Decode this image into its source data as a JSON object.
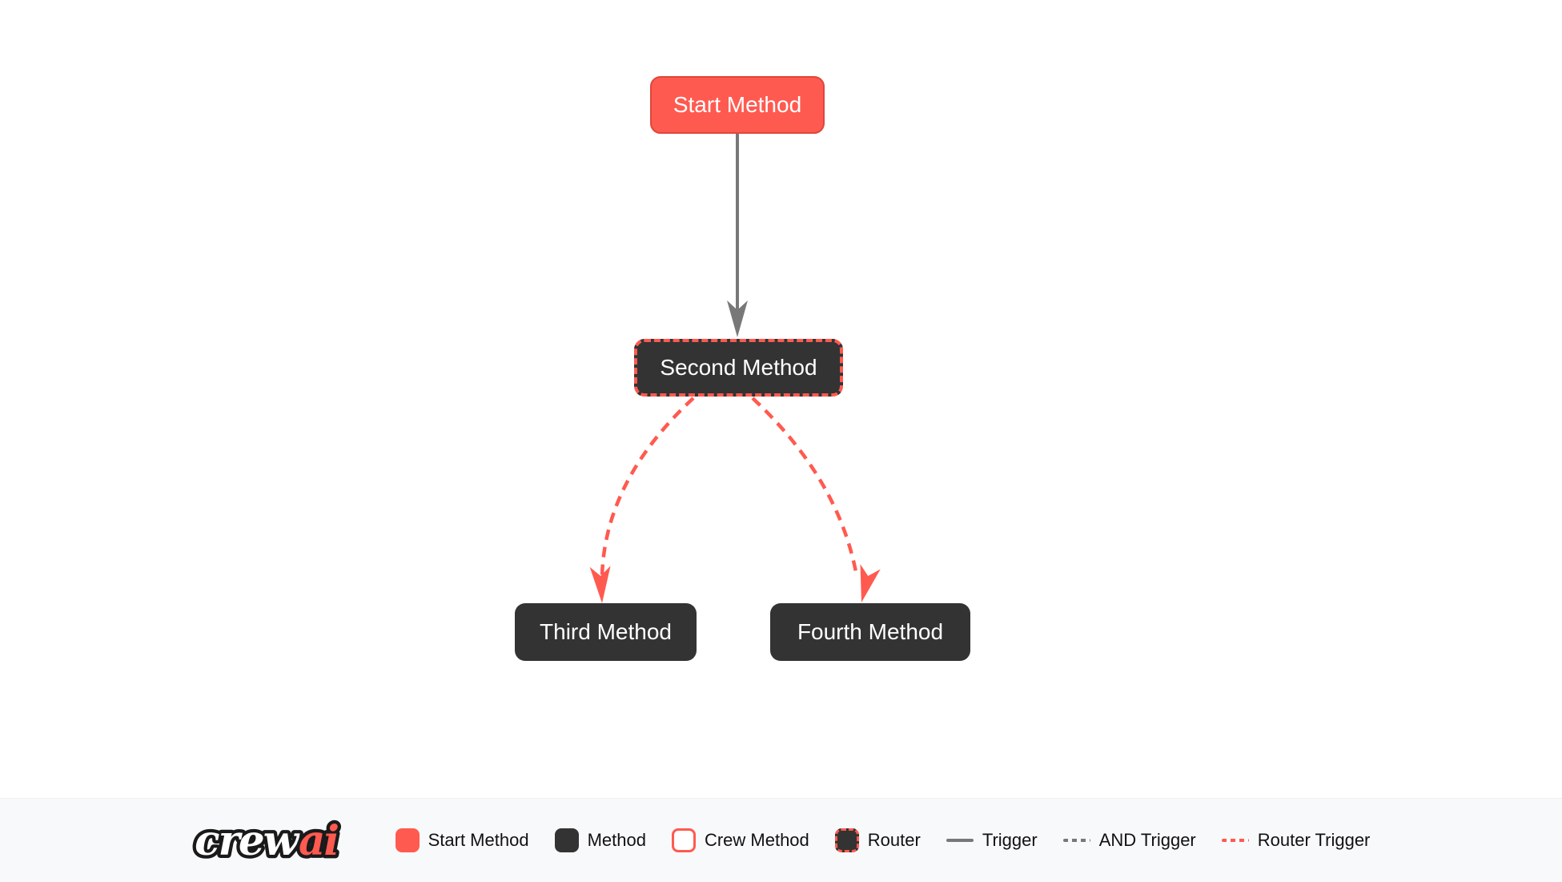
{
  "diagram": {
    "nodes": [
      {
        "id": "start",
        "label": "Start Method",
        "type": "start-method"
      },
      {
        "id": "second",
        "label": "Second Method",
        "type": "router"
      },
      {
        "id": "third",
        "label": "Third Method",
        "type": "method"
      },
      {
        "id": "fourth",
        "label": "Fourth Method",
        "type": "method"
      }
    ],
    "edges": [
      {
        "from": "start",
        "to": "second",
        "type": "trigger"
      },
      {
        "from": "second",
        "to": "third",
        "type": "router-trigger"
      },
      {
        "from": "second",
        "to": "fourth",
        "type": "router-trigger"
      }
    ]
  },
  "legend": {
    "logo": {
      "part1": "crew",
      "part2": "ai"
    },
    "items": [
      {
        "label": "Start Method",
        "swatch": "start-method-box"
      },
      {
        "label": "Method",
        "swatch": "method-box"
      },
      {
        "label": "Crew Method",
        "swatch": "crew-method-box"
      },
      {
        "label": "Router",
        "swatch": "router-box"
      },
      {
        "label": "Trigger",
        "swatch": "solid-gray-line"
      },
      {
        "label": "AND Trigger",
        "swatch": "dashed-gray-line"
      },
      {
        "label": "Router Trigger",
        "swatch": "dashed-red-line"
      }
    ]
  },
  "colors": {
    "accent_red": "#FF5A50",
    "accent_red_border": "#E0463C",
    "node_dark": "#333333",
    "trigger_gray": "#787878",
    "legend_background": "#f8f9fa",
    "canvas_background": "#ffffff",
    "node_text": "#ffffff",
    "legend_text": "#111111"
  }
}
